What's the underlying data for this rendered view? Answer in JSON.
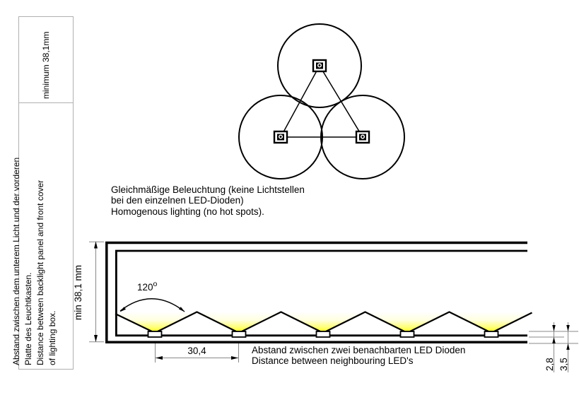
{
  "sidebar": {
    "top_cell_label": "minimum 38,1mm",
    "bottom_cell_lines": [
      "Abstand zwischen dem unterem Licht und der vorderen",
      "Platte des Leuchtkasten.",
      "Distance between backlight panel and front cover",
      "of lighting box."
    ]
  },
  "annotations": {
    "homogeneous_lines": [
      "Gleichmäßige Beleuchtung (keine Lichtstellen",
      "bei den einzelnen LED-Dioden)",
      "Homogenous lighting (no hot spots)."
    ],
    "spacing_lines": [
      "Abstand zwischen zwei benachbarten LED Dioden",
      "Distance between neighbouring LED's"
    ]
  },
  "dimensions": {
    "min_panel_distance": "min 38,1 mm",
    "led_spacing": "30,4",
    "beam_angle": "120",
    "beam_angle_superscript": "o",
    "led_height": "2,8",
    "led_total_height": "3,5"
  },
  "colors": {
    "line": "#000000",
    "glow_yellow": "#ffff00",
    "dimension_line": "#888888",
    "cell_border": "#b0b0b0"
  }
}
